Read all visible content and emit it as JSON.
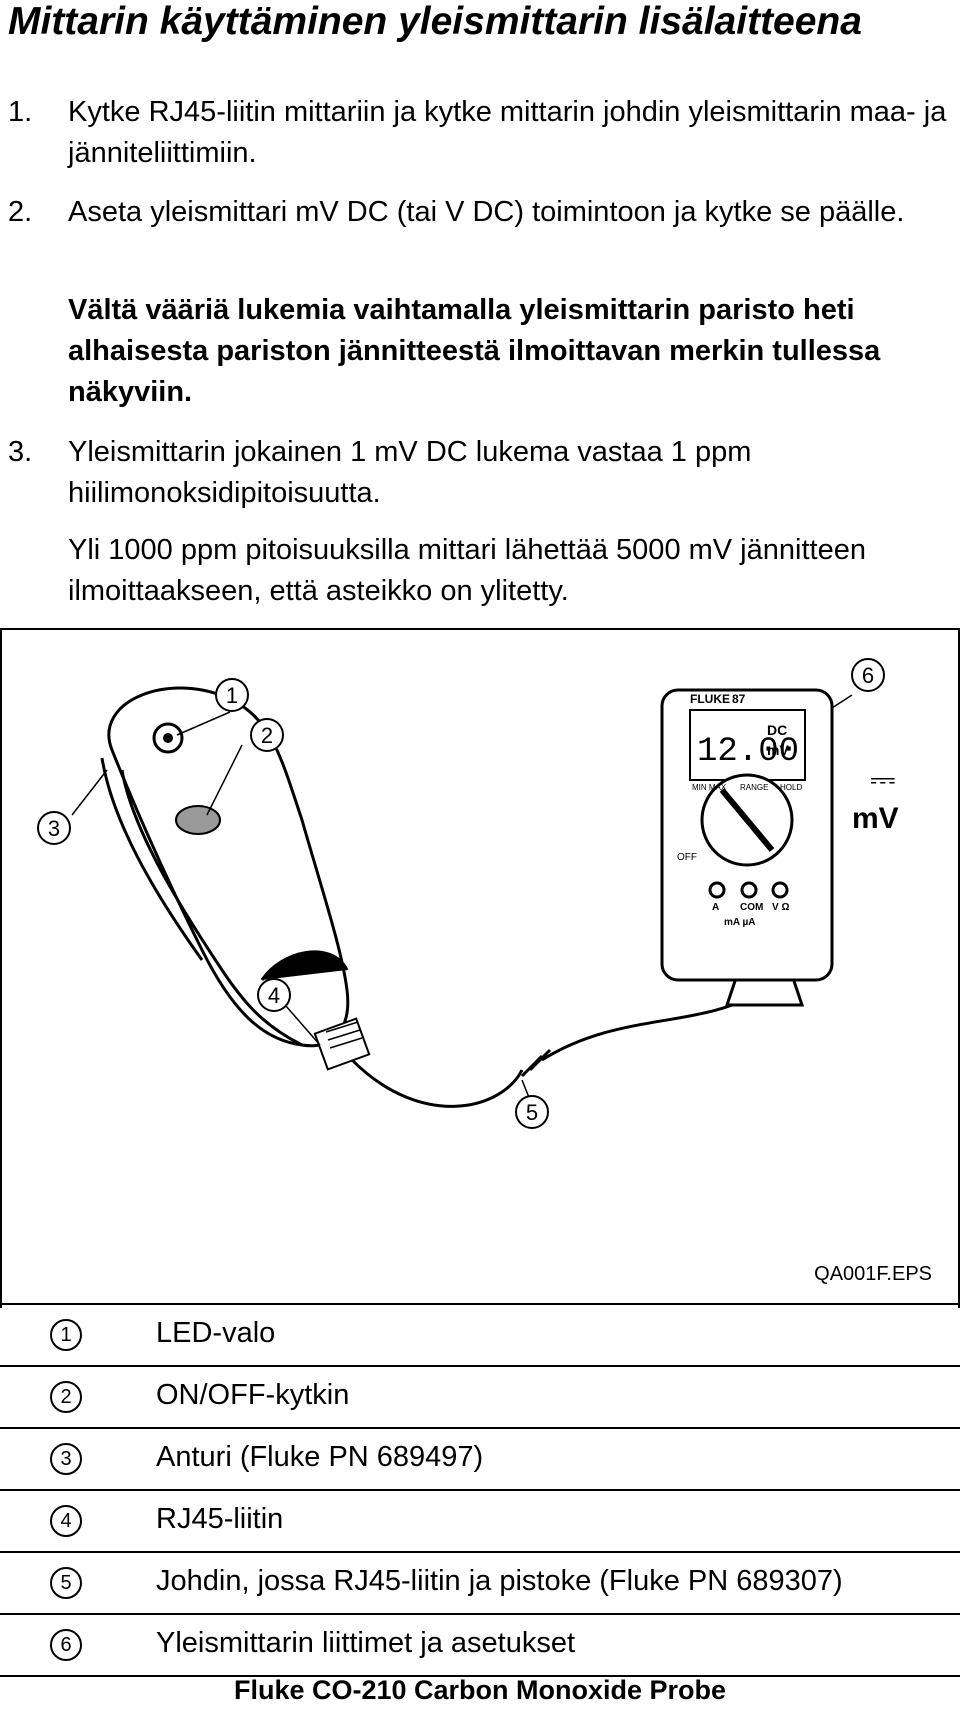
{
  "title": "Mittarin käyttäminen yleismittarin lisälaitteena",
  "steps": [
    {
      "num": "1.",
      "text": "Kytke RJ45-liitin mittariin ja kytke mittarin johdin yleismittarin maa- ja jänniteliittimiin."
    },
    {
      "num": "2.",
      "text": "Aseta yleismittari mV DC (tai V DC) toimintoon ja kytke se päälle."
    },
    {
      "num": "",
      "text": "Vältä vääriä lukemia vaihtamalla yleismittarin paristo heti alhaisesta pariston jännitteestä ilmoittavan merkin tullessa näkyviin."
    },
    {
      "num": "3.",
      "text": "Yleismittarin jokainen 1 mV DC lukema vastaa 1 ppm hiilimonoksidipitoisuutta."
    },
    {
      "num": "",
      "text": "Yli 1000 ppm pitoisuuksilla mittari lähettää 5000 mV jännitteen ilmoittaakseen, että asteikko on ylitetty."
    }
  ],
  "figure": {
    "callouts": [
      "1",
      "2",
      "3",
      "4",
      "5",
      "6"
    ],
    "meter": {
      "brand": "FLUKE",
      "model": "87",
      "display_value": "12.00",
      "display_unit_top": "DC",
      "display_unit_bottom": "mV",
      "jacks": [
        "A",
        "mA µA",
        "COM",
        "V Ω"
      ],
      "dial_off": "OFF",
      "buttons": [
        "MIN MAX",
        "RANGE",
        "HOLD"
      ]
    },
    "dc_symbol": "⎓",
    "mv_label": "mV",
    "plug_plus": "+",
    "reference": "QA001F.EPS"
  },
  "legend": [
    {
      "num": "1",
      "text": "LED-valo"
    },
    {
      "num": "2",
      "text": "ON/OFF-kytkin"
    },
    {
      "num": "3",
      "text": "Anturi (Fluke PN 689497)"
    },
    {
      "num": "4",
      "text": "RJ45-liitin"
    },
    {
      "num": "5",
      "text": "Johdin, jossa RJ45-liitin ja pistoke (Fluke PN 689307)"
    },
    {
      "num": "6",
      "text": "Yleismittarin liittimet ja asetukset"
    }
  ],
  "footer": "Fluke CO-210 Carbon Monoxide Probe"
}
